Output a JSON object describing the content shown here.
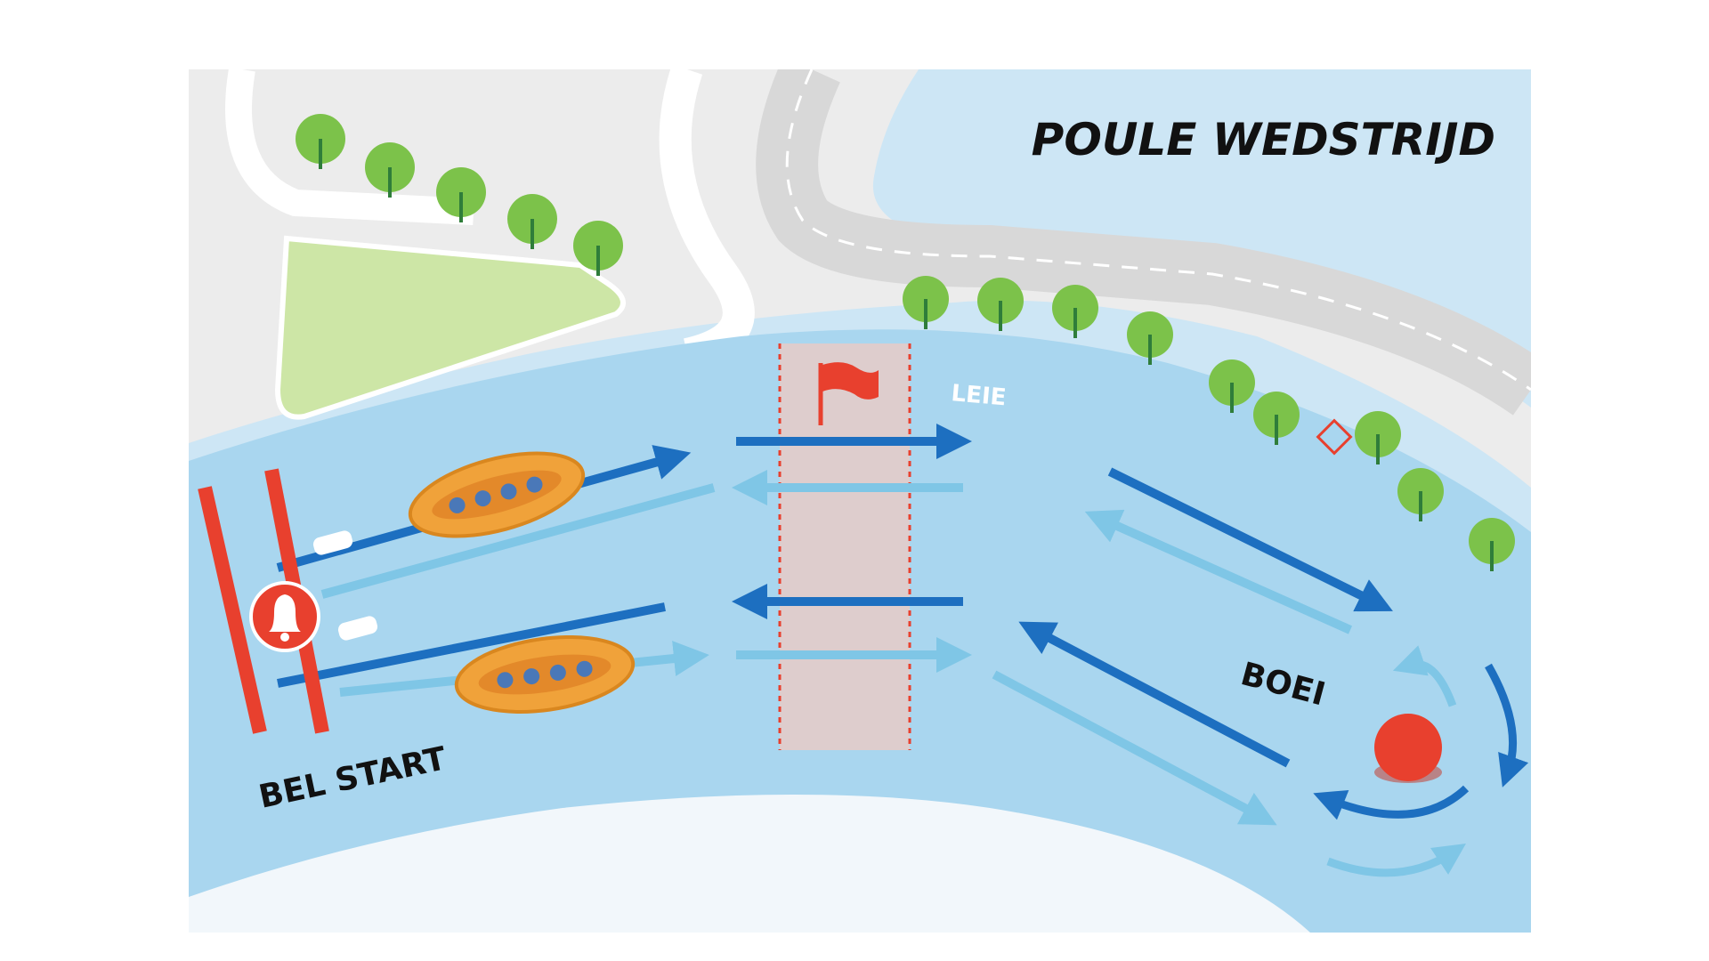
{
  "map": {
    "title": "POULE WEDSTRIJD",
    "river_label": "LEIE",
    "start_label": "BEL START",
    "buoy_label": "BOEI",
    "colors": {
      "water": "#bfe0f3",
      "river": "#a9d6ef",
      "land": "#ececec",
      "road": "#dcdcdc",
      "grass": "#cde6a6",
      "tree": "#7cc24a",
      "trunk": "#2f7d3a",
      "arrow_dark": "#1d6fc0",
      "arrow_light": "#7fc6e6",
      "marker_red": "#e8402e",
      "raft": "#f0a23a",
      "zone": "#f0c9c2"
    },
    "icons": {
      "start_bell": "bell-icon",
      "finish_flag": "flag-icon",
      "buoy": "buoy-icon",
      "raft": "raft-icon",
      "tree": "tree-icon",
      "channel_marker": "diamond-marker-icon"
    }
  }
}
